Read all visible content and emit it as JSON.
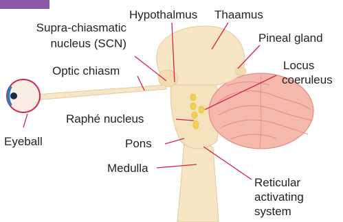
{
  "labels": {
    "hypothalmus": "Hypothalmus",
    "thaamus": "Thaamus",
    "scn_line1": "Supra-chiasmatic",
    "scn_line2": "nucleus (SCN)",
    "pineal_gland": "Pineal gland",
    "locus_line1": "Locus",
    "locus_line2": "coeruleus",
    "optic_chiasm": "Optic chiasm",
    "raphe_nucleus": "Raphé nucleus",
    "pons": "Pons",
    "eyeball": "Eyeball",
    "medulla": "Medulla",
    "reticular_line1": "Reticular",
    "reticular_line2": "activating",
    "reticular_line3": "system"
  },
  "colors": {
    "leader_line": "#d6204b",
    "brain_fill": "#f6e6c4",
    "brain_outline": "#e0c9a0",
    "cerebellum": "#f5b8ac",
    "nuclei": "#f2d04e",
    "corner_tab": "#8b5aa6"
  }
}
